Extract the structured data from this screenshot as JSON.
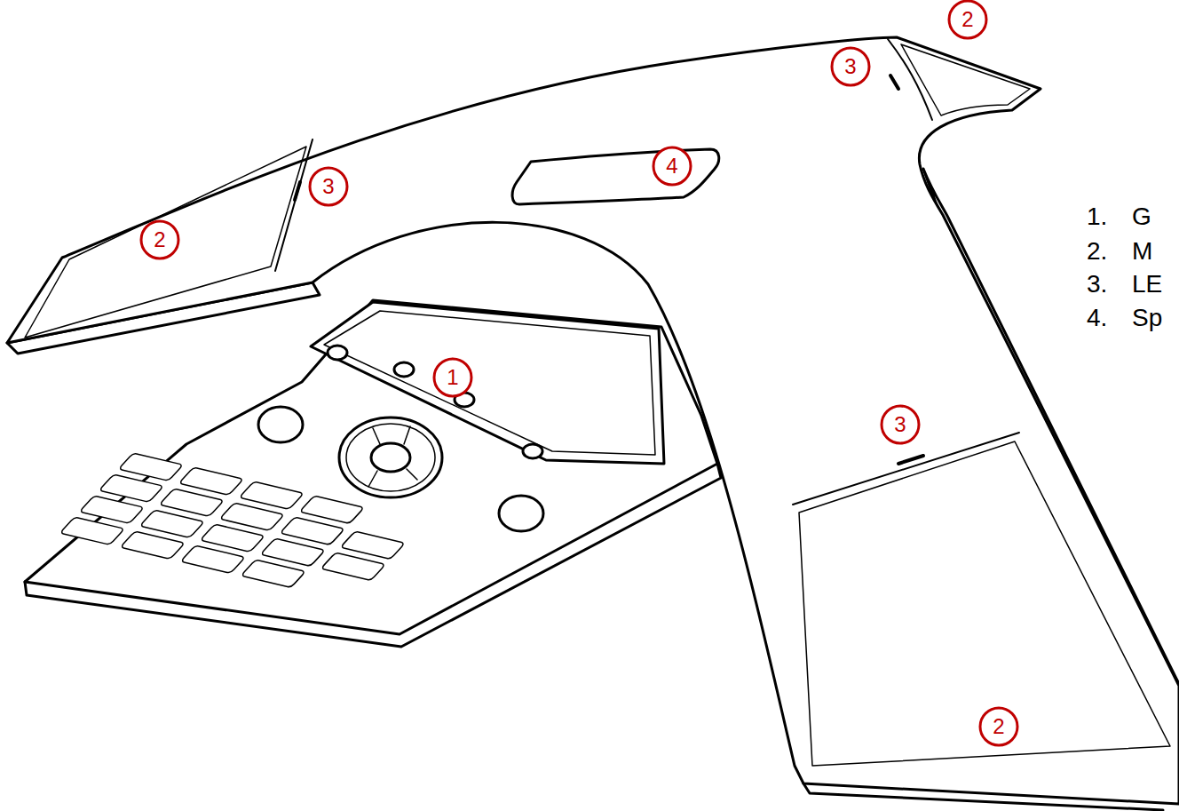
{
  "diagram": {
    "nodes": [
      {
        "text": [
          "2"
        ]
      },
      {
        "text": [
          "3"
        ]
      },
      {
        "text": [
          "4"
        ]
      },
      {
        "text": [
          "3"
        ]
      },
      {
        "text": [
          "2"
        ]
      },
      {
        "text": [
          "1"
        ]
      },
      {
        "text": [
          "3"
        ]
      },
      {
        "text": [
          "2"
        ]
      }
    ],
    "labels": [
      "1.",
      "G",
      "2.",
      "M",
      "3.",
      "LE",
      "4.",
      "Sp"
    ]
  }
}
